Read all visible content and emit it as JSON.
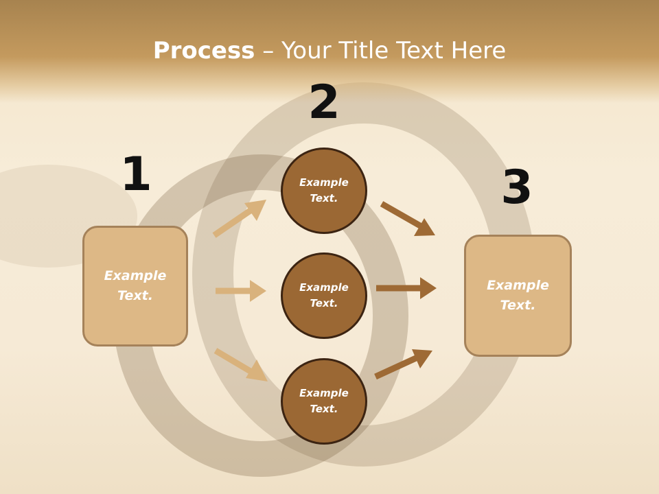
{
  "slide": {
    "title_bold": "Process",
    "title_rest": " – Your Title Text Here",
    "steps": [
      {
        "number": "1",
        "text": "Example\nText."
      },
      {
        "number": "2",
        "text": "Example\nText."
      },
      {
        "number": "3",
        "text": "Example\nText."
      }
    ],
    "circles": [
      {
        "text": "Example\nText."
      },
      {
        "text": "Example\nText."
      },
      {
        "text": "Example\nText."
      }
    ]
  },
  "colors": {
    "box_fill": "#ddb886",
    "circle_fill": "#9b6834",
    "light_arrow": "#d9b27c",
    "dark_arrow": "#9e6a35"
  }
}
